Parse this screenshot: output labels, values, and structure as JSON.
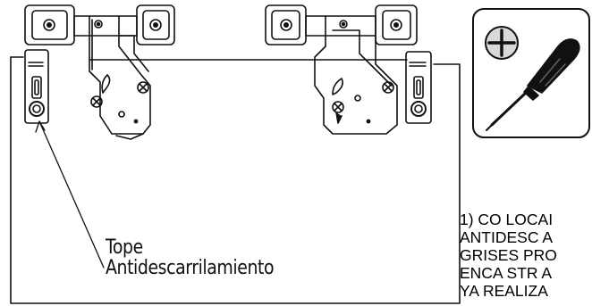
{
  "callout": {
    "line1": "Tope",
    "line2": "Antidescarrilamiento"
  },
  "instructions": {
    "lines": [
      "1) CO LOCAI",
      "ANTIDESC A",
      "GRISES PRO",
      "ENCA STR A",
      "YA REALIZA"
    ]
  },
  "tool_icon": {
    "name": "phillips-screwdriver-icon",
    "handle_color": "#111111",
    "head_fill": "#d9d9d9"
  }
}
